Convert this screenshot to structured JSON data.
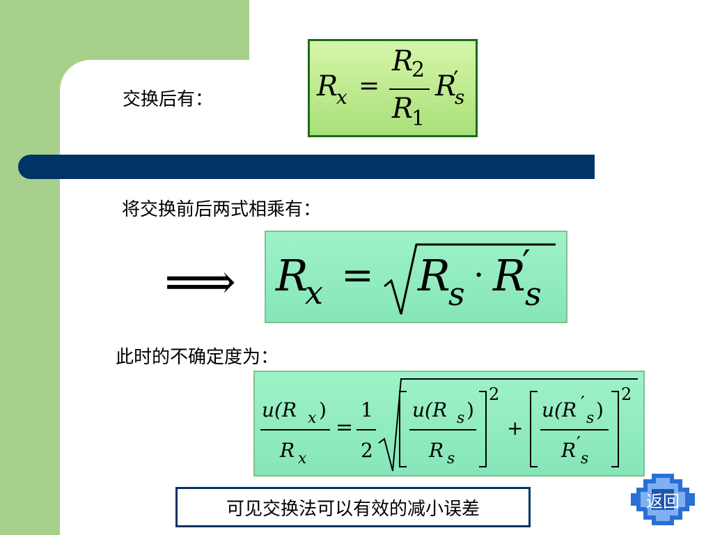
{
  "slide": {
    "label_after_swap": "交换后有：",
    "label_multiply": "将交换前后两式相乘有：",
    "label_uncertainty": "此时的不确定度为：",
    "conclusion": "可见交换法可以有效的减小误差",
    "back_button": "返回"
  },
  "formula1": {
    "lhs_R": "R",
    "lhs_sub": "x",
    "equals": "=",
    "num_R": "R",
    "num_sub": "2",
    "den_R": "R",
    "den_sub": "1",
    "rhs_R": "R",
    "rhs_prime": "′",
    "rhs_sub": "s"
  },
  "formula2": {
    "arrow": "⟹",
    "lhs_R": "R",
    "lhs_sub": "x",
    "equals": "=",
    "r1": "R",
    "r1_sub": "s",
    "dot": "·",
    "r2": "R",
    "r2_prime": "′",
    "r2_sub": "s"
  },
  "formula3": {
    "lhs_num": "u(R",
    "lhs_num_sub": "x",
    "lhs_num_close": ")",
    "lhs_den": "R",
    "lhs_den_sub": "x",
    "equals": "=",
    "half_num": "1",
    "half_den": "2",
    "t1_num": "u(R",
    "t1_num_sub": "s",
    "t1_num_close": ")",
    "t1_den": "R",
    "t1_den_sub": "s",
    "exp1": "2",
    "plus": "+",
    "t2_num": "u(R",
    "t2_num_prime": "′",
    "t2_num_sub": "s",
    "t2_num_close": ")",
    "t2_den": "R",
    "t2_den_prime": "′",
    "t2_den_sub": "s",
    "exp2": "2"
  },
  "colors": {
    "green_background": "#a8d08d",
    "bar": "#003366",
    "box1_fill": "#b8e88a",
    "formula_fill": "#92eec0"
  }
}
